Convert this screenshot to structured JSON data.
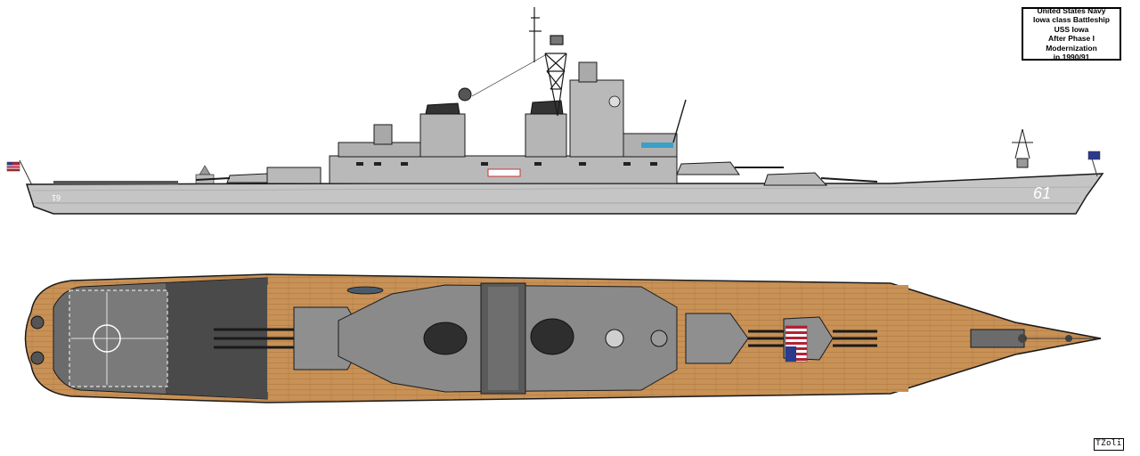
{
  "title_block": {
    "line1": "United States Navy",
    "line2": "Iowa class Battleship",
    "line3": "USS Iowa",
    "line4": "After Phase I Modernization",
    "line5": "in 1990/91"
  },
  "hull": {
    "number_starboard": "61",
    "number_bow_port": "61"
  },
  "signature": "TZoli",
  "colors": {
    "hull_gray": "#c5c5c5",
    "superstructure_gray": "#b9b9b9",
    "dark_gray": "#4a4a4a",
    "deck_wood": "#c89156",
    "outline": "#1a1a1a",
    "flag_red": "#b22234",
    "flag_blue": "#2b3a8c"
  }
}
